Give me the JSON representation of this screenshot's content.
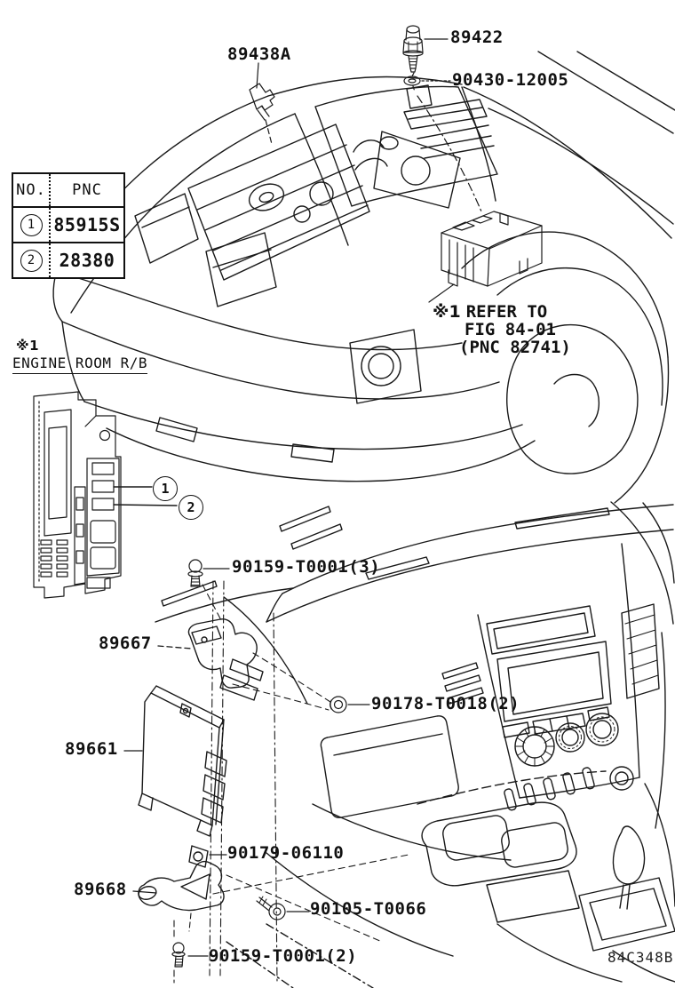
{
  "page": {
    "background": "#ffffff",
    "line_color": "#1a1a1a",
    "doc_code": "84C348B"
  },
  "parts_table": {
    "headers": [
      "NO.",
      "PNC"
    ],
    "rows": [
      {
        "no": "1",
        "pnc": "85915S"
      },
      {
        "no": "2",
        "pnc": "28380"
      }
    ]
  },
  "notes": {
    "refer_marker": "※1",
    "refer_line1": "REFER TO",
    "refer_line2": "FIG 84-01",
    "refer_line3": "(PNC 82741)",
    "engine_room_marker": "※1",
    "engine_room_label": "ENGINE ROOM R/B"
  },
  "callouts": {
    "c1": "1",
    "c2": "2"
  },
  "labels": {
    "p89438a": "89438A",
    "p89422": "89422",
    "p90430": "90430-12005",
    "p90159_3": "90159-T0001(3)",
    "p89667": "89667",
    "p90178": "90178-T0018(2)",
    "p89661": "89661",
    "p90179": "90179-06110",
    "p89668": "89668",
    "p90105": "90105-T0066",
    "p90159_2": "90159-T0001(2)"
  },
  "icons": {
    "sensor-89422": "temp-sensor-glyph",
    "sensor-89438a": "small-sensor-glyph",
    "washer-90430": "oval-ring-glyph",
    "bolt-90159": "flange-bolt-glyph",
    "nut-90178": "flange-nut-glyph",
    "clipnut-90179": "clip-nut-glyph",
    "bolt-90105": "angled-bolt-glyph"
  }
}
